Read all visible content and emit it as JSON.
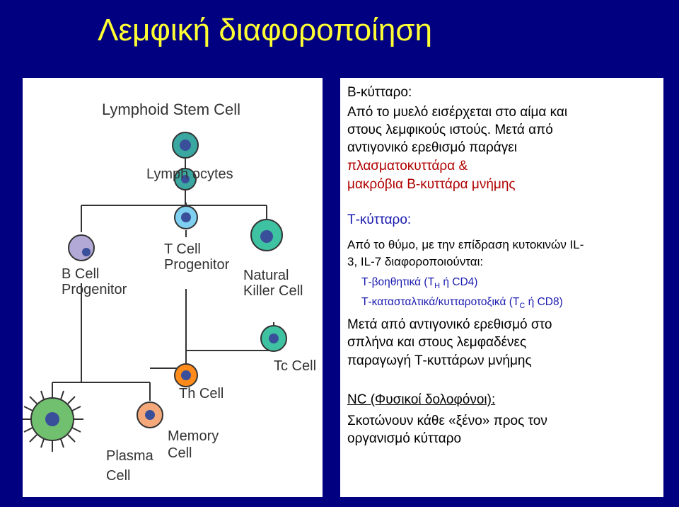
{
  "title": "Λεμφική διαφοροποίηση",
  "diagram": {
    "labels": {
      "stem": "Lymphoid Stem Cell",
      "lymphocytes": "Lymph ocytes",
      "b_prog_1": "B Cell",
      "b_prog_2": "Progenitor",
      "t_prog_1": "T Cell",
      "t_prog_2": "Progenitor",
      "nk_1": "Natural",
      "nk_2": "Killer Cell",
      "tc": "Tc Cell",
      "th": "Th Cell",
      "memory_1": "Memory",
      "memory_2": "Cell",
      "plasma_1": "Plasma",
      "plasma_2": "Cell"
    },
    "colors": {
      "stem": "#3aa8a0",
      "lymphocyte": "#3aa8a0",
      "b_cell": "#b3a9d6",
      "t_cell": "#7fd0f0",
      "nk": "#3fc2a2",
      "tc": "#3fc2a2",
      "th": "#ff8c1a",
      "memory": "#f5a97a",
      "plasma": "#70c070",
      "nucleus": "#3a4f9a"
    }
  },
  "text": {
    "b_heading": "Β-κύτταρο:",
    "b_line1": "Από το μυελό εισέρχεται στο αίμα και",
    "b_line2": "στους λεμφικούς ιστούς. Μετά από",
    "b_line3": "αντιγονικό ερεθισμό παράγει",
    "b_line4": "πλασματοκυττάρα &",
    "b_line5": "μακρόβια Β-κυττάρα μνήμης",
    "t_heading": "Τ-κύτταρο:",
    "t_line1": "Από το θύμο, με την επίδραση κυτοκινών IL-",
    "t_line2": "3, IL-7  διαφοροποιούνται:",
    "t_helper_pre": "Τ-βοηθητικά (Τ",
    "t_helper_sub": "Η",
    "t_helper_post": " ή CD4)",
    "t_cyto_pre": "Τ-κατασταλτικά/κυτταροτοξικά (Τ",
    "t_cyto_sub": "C",
    "t_cyto_post": " ή CD8)",
    "t_line3": "Μετά από αντιγονικό ερεθισμό στο",
    "t_line4": "σπλήνα και στους λεμφαδένες",
    "t_line5": "παραγωγή Τ-κυττάρων μνήμης",
    "nk_heading": "NC (Φυσικοί δολοφόνοι):",
    "nk_line1": "Σκοτώνουν κάθε «ξένο» προς τον",
    "nk_line2": "οργανισμό κύτταρο"
  }
}
